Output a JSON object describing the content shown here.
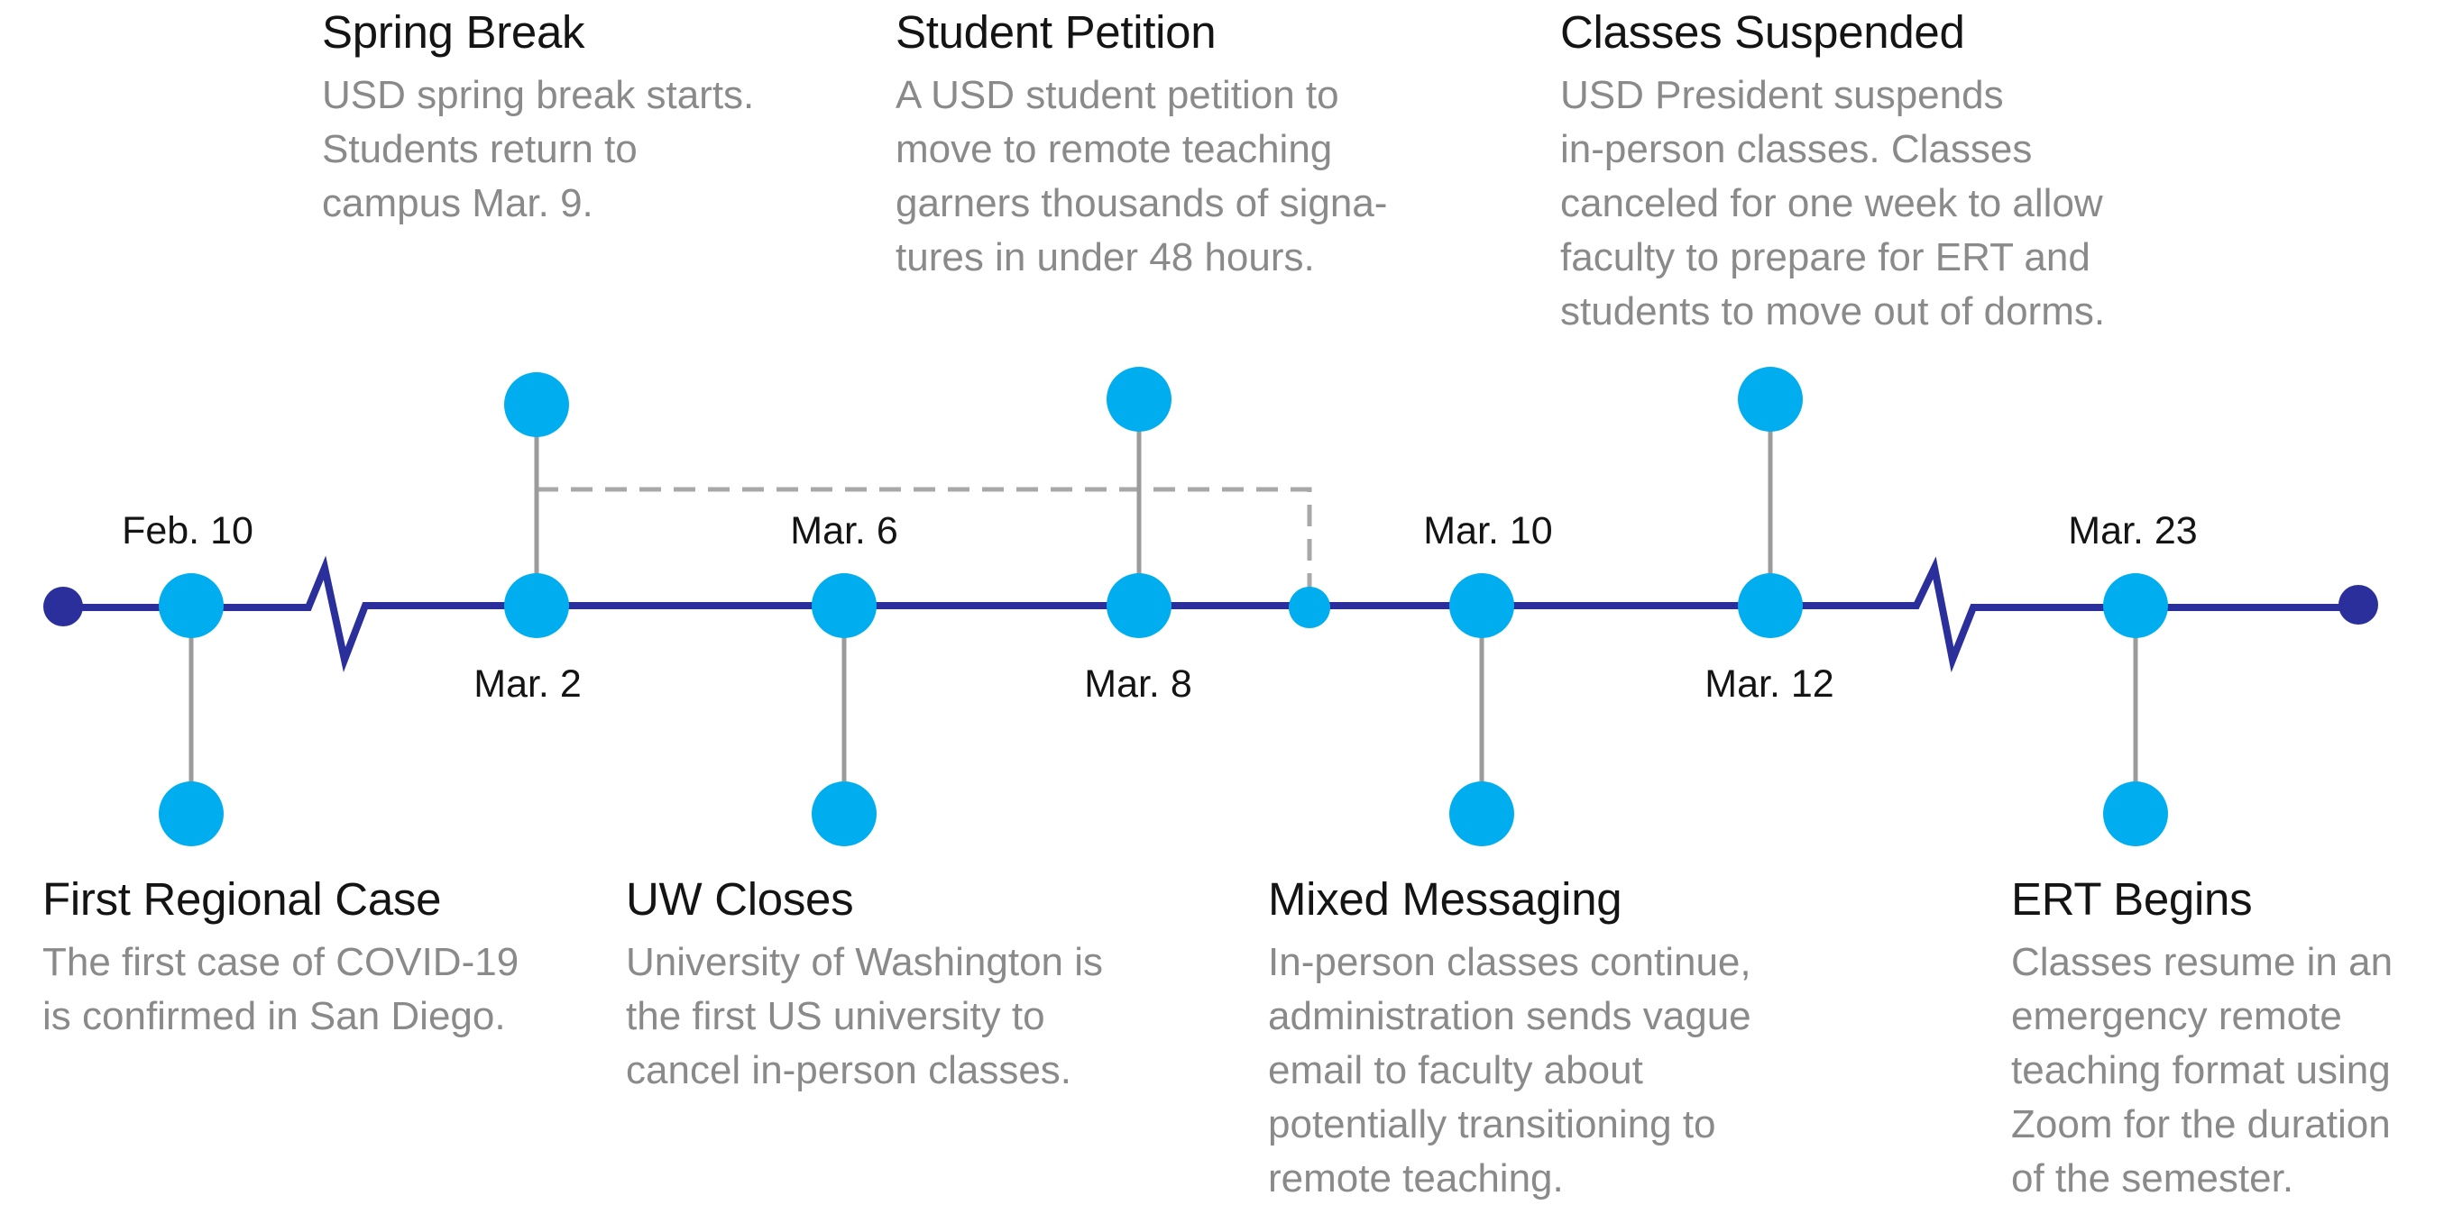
{
  "colors": {
    "axis": "#2b2f9b",
    "node": "#00aeef",
    "stem": "#9b9b9b",
    "connector": "#a8a8a8",
    "title_text": "#141414",
    "desc_text": "#8a8a8a"
  },
  "dates": {
    "feb10": "Feb. 10",
    "mar2": "Mar. 2",
    "mar6": "Mar. 6",
    "mar8": "Mar. 8",
    "mar10": "Mar. 10",
    "mar12": "Mar. 12",
    "mar23": "Mar. 23"
  },
  "events": {
    "spring_break": {
      "title": "Spring Break",
      "desc_lines": [
        "USD spring break starts.",
        "Students return to",
        "campus Mar. 9."
      ]
    },
    "student_petition": {
      "title": "Student Petition",
      "desc_lines": [
        "A USD student petition to",
        "move to remote teaching",
        "garners thousands of signa-",
        "tures in under 48 hours."
      ]
    },
    "classes_suspended": {
      "title": "Classes Suspended",
      "desc_lines": [
        "USD President suspends",
        "in-person classes. Classes",
        "canceled for one week to allow",
        "faculty to prepare for ERT and",
        "students to move out of dorms."
      ]
    },
    "first_regional_case": {
      "title": "First Regional Case",
      "desc_lines": [
        "The first case of COVID-19",
        "is confirmed in San Diego."
      ]
    },
    "uw_closes": {
      "title": "UW Closes",
      "desc_lines": [
        "University of Washington is",
        "the first US university to",
        "cancel in-person classes."
      ]
    },
    "mixed_messaging": {
      "title": "Mixed Messaging",
      "desc_lines": [
        "In-person classes continue,",
        "administration sends vague",
        "email to faculty about",
        "potentially transitioning to",
        "remote teaching."
      ]
    },
    "ert_begins": {
      "title": "ERT Begins",
      "desc_lines": [
        "Classes resume in an",
        "emergency remote",
        "teaching format using",
        "Zoom for the duration",
        "of the semester."
      ]
    }
  }
}
